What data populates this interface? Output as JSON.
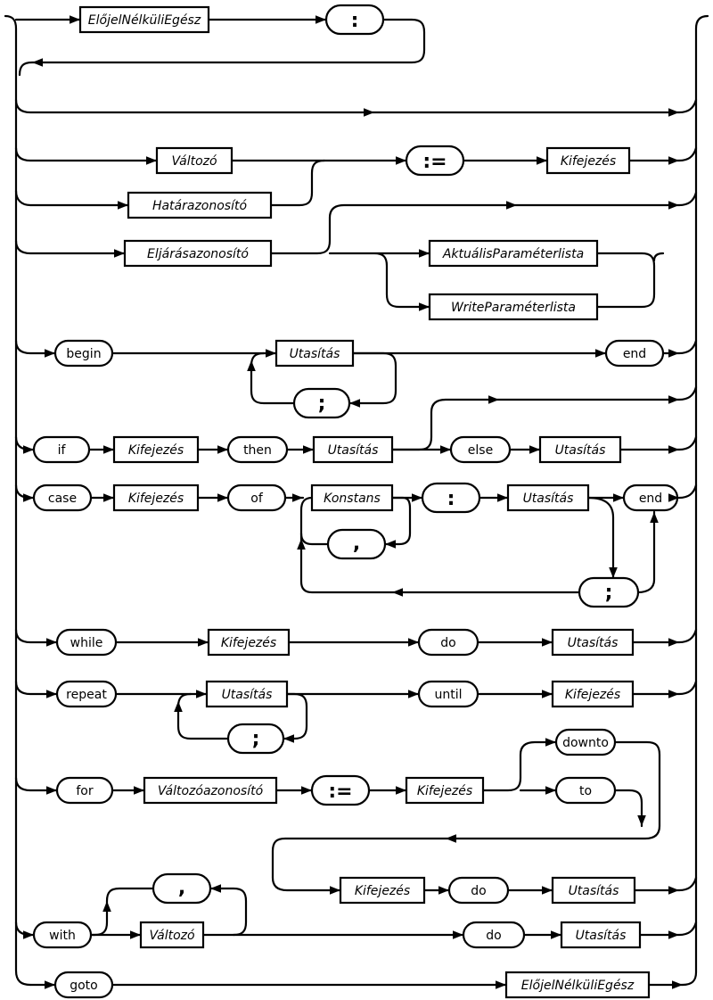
{
  "nonterminals": {
    "elojel_nelkuli_egesz": "ElőjelNélküliEgész",
    "valtozo": "Változó",
    "hatarazonosito": "Határazonosító",
    "eljarasazonosito": "Eljárásazonosító",
    "kifejezes": "Kifejezés",
    "aktualis_parameterlista": "AktuálisParaméterlista",
    "write_parameterlista": "WriteParaméterlista",
    "utasitas": "Utasítás",
    "konstans": "Konstans",
    "valtozoazonosito": "Változóazonosító"
  },
  "keywords": {
    "begin": "begin",
    "end": "end",
    "if": "if",
    "then": "then",
    "else": "else",
    "case": "case",
    "of": "of",
    "while": "while",
    "do": "do",
    "repeat": "repeat",
    "until": "until",
    "for": "for",
    "downto": "downto",
    "to": "to",
    "with": "with",
    "goto": "goto"
  },
  "symbols": {
    "colon": ":",
    "assign": ":=",
    "semicolon": ";",
    "comma": ","
  }
}
